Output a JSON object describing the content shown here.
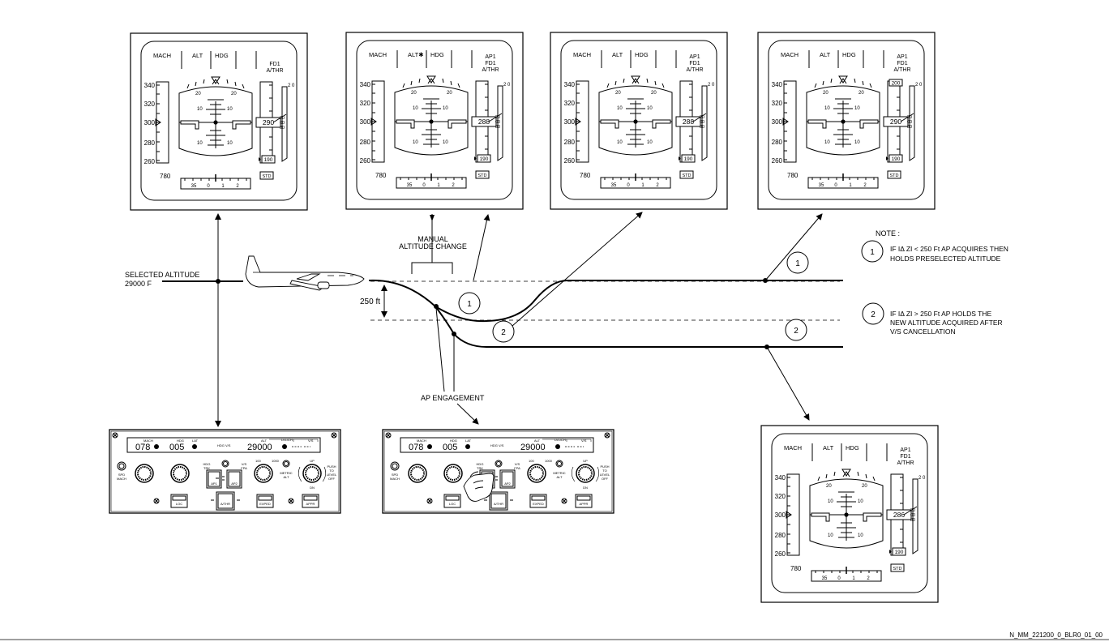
{
  "pfd": {
    "mode_labels": [
      "MACH",
      "ALT",
      "HDG"
    ],
    "alt_star_label": "ALT✱",
    "status_fd1_athr": [
      "FD1",
      "A/THR"
    ],
    "status_ap1_fd1_athr": [
      "AP1",
      "FD1",
      "A/THR"
    ],
    "speed_ticks": [
      "340",
      "320",
      "300",
      "280",
      "260"
    ],
    "mach_readout": "780",
    "heading_ticks": [
      "35",
      "0",
      "1",
      "2"
    ],
    "pitch_labels": [
      "20",
      "10",
      "10",
      "10",
      "10"
    ],
    "std_label": "STD",
    "vs_top": "2 0",
    "vs_marks": [
      "20",
      "00",
      "80"
    ],
    "alt_selected_low": "190",
    "alt_selected_high": "200",
    "alt_values": {
      "p1": "290",
      "p2": "288",
      "p3": "288",
      "p4": "290",
      "p5": "286"
    }
  },
  "diagram": {
    "selected_altitude": [
      "SELECTED ALTITUDE",
      "29000 F"
    ],
    "manual_altitude_change": [
      "MANUAL",
      "ALTITUDE CHANGE"
    ],
    "delta_250": "250 ft",
    "ap_engagement": "AP ENGAGEMENT",
    "callout_1": "1",
    "callout_2": "2",
    "note_title": "NOTE :",
    "note_1": [
      "IF IΔ ZI < 250 Ft AP ACQUIRES THEN",
      "HOLDS PRESELECTED ALTITUDE"
    ],
    "note_2": [
      "IF IΔ ZI > 250 Ft AP HOLDS THE",
      "NEW ALTITUDE ACQUIRED AFTER",
      "V/S CANCELLATION"
    ],
    "figure_ref": "N_MM_221200_0_BLR0_01_00"
  },
  "fcu": {
    "spd_mach_top": "SPD",
    "spd_mach_bottom": "MACH",
    "hdg_trk": [
      "HDG",
      "TRK"
    ],
    "vs_fpa": [
      "V/S",
      "FPA"
    ],
    "metric_alt": [
      "METRIC",
      "ALT"
    ],
    "push_to_level_off": [
      "PUSH",
      "TO",
      "LEVEL",
      "OFF"
    ],
    "up_label": "UP",
    "dn_label": "DN",
    "display_small": [
      "MACH",
      "HDG",
      "LAT",
      "HDG V/S",
      "ALT",
      "LVL/CH",
      "V/S"
    ],
    "speed_value": "078",
    "heading_value": "005",
    "altitude_value": "29000",
    "scale_100": "100",
    "scale_1000": "1000",
    "buttons": [
      "LOC",
      "AP1",
      "AP2",
      "A/THR",
      "EXPED",
      "APPR"
    ]
  }
}
